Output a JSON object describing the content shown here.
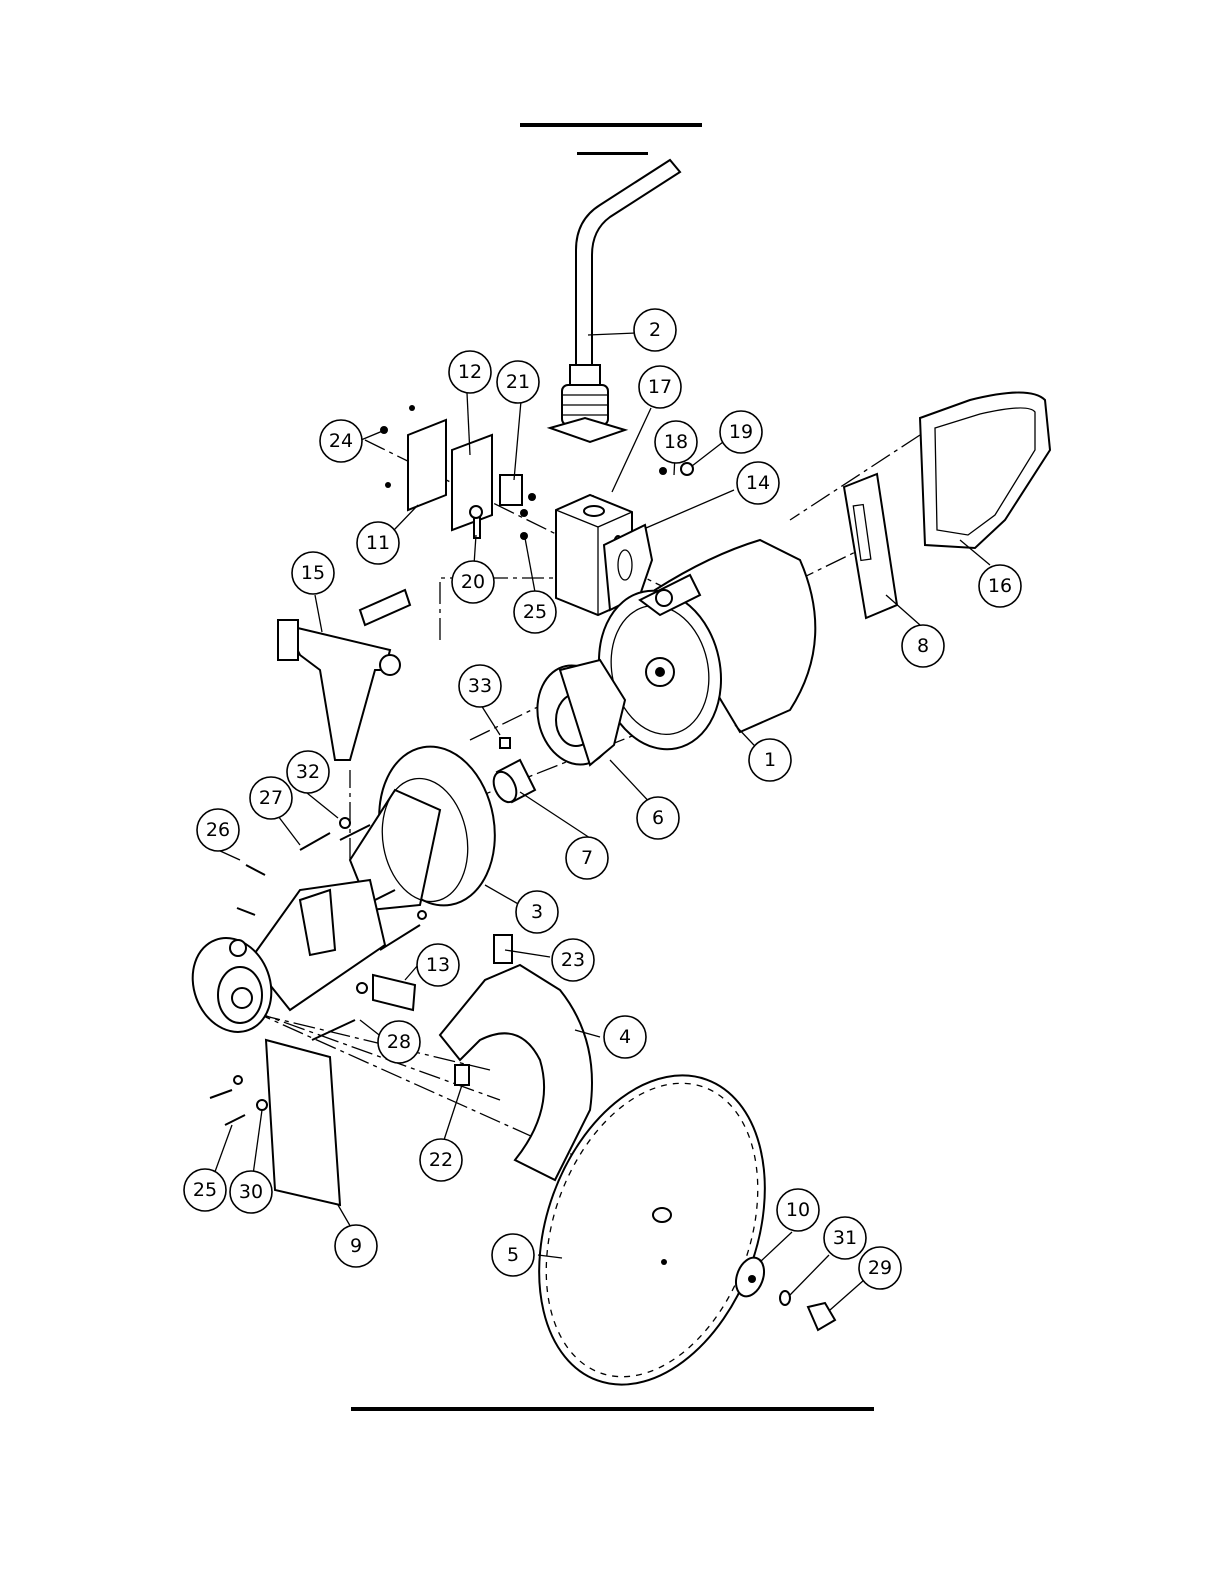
{
  "callouts": [
    {
      "label": "1"
    },
    {
      "label": "2"
    },
    {
      "label": "3"
    },
    {
      "label": "4"
    },
    {
      "label": "5"
    },
    {
      "label": "6"
    },
    {
      "label": "7"
    },
    {
      "label": "8"
    },
    {
      "label": "9"
    },
    {
      "label": "10"
    },
    {
      "label": "11"
    },
    {
      "label": "12"
    },
    {
      "label": "13"
    },
    {
      "label": "14"
    },
    {
      "label": "15"
    },
    {
      "label": "16"
    },
    {
      "label": "17"
    },
    {
      "label": "18"
    },
    {
      "label": "19"
    },
    {
      "label": "20"
    },
    {
      "label": "21"
    },
    {
      "label": "22"
    },
    {
      "label": "23"
    },
    {
      "label": "24"
    },
    {
      "label": "25"
    },
    {
      "label": "25"
    },
    {
      "label": "26"
    },
    {
      "label": "27"
    },
    {
      "label": "28"
    },
    {
      "label": "29"
    },
    {
      "label": "30"
    },
    {
      "label": "31"
    },
    {
      "label": "32"
    },
    {
      "label": "33"
    }
  ]
}
